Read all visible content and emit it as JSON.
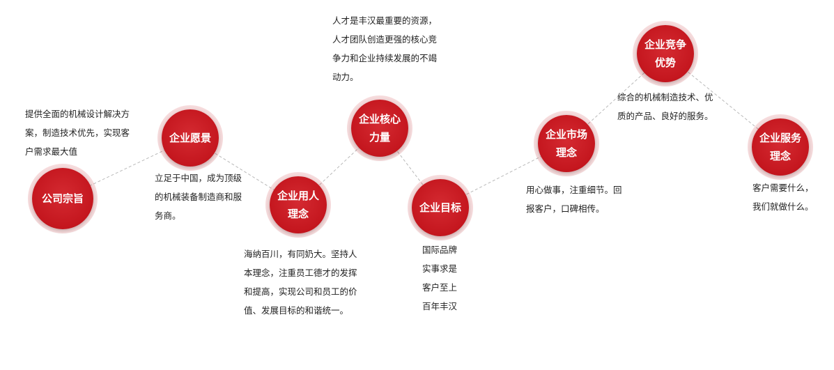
{
  "nodes": [
    {
      "id": "mission",
      "label": "公司宗旨"
    },
    {
      "id": "vision",
      "label": "企业愿景"
    },
    {
      "id": "talent",
      "label": "企业用人理念"
    },
    {
      "id": "core",
      "label": "企业核心力量"
    },
    {
      "id": "goal",
      "label": "企业目标"
    },
    {
      "id": "market",
      "label": "企业市场理念"
    },
    {
      "id": "advantage",
      "label": "企业竞争优势"
    },
    {
      "id": "service",
      "label": "企业服务理念"
    }
  ],
  "descriptions": {
    "mission": "提供全面的机械设计解决方案，制造技术优先，实现客户需求最大值",
    "vision": "立足于中国，成为顶级的机械装备制造商和服务商。",
    "talent": "海纳百川，有同奶大。坚持人本理念，注重员工德才的发挥和提高，实现公司和员工的价值、发展目标的和谐统一。",
    "core": "人才是丰汉最重要的资源，人才团队创造更强的核心竞争力和企业持续发展的不竭动力。",
    "goal": "国际品牌实事求是客户至上百年丰汉",
    "market": "用心做事，注重细节。回报客户，口碑相传。",
    "advantage": "综合的机械制造技术、优质的产品、良好的服务。",
    "service": "客户需要什么，我们就做什么。"
  },
  "colors": {
    "node_fill": "#c4161e",
    "node_text": "#ffffff",
    "connector": "#b9b9b9",
    "text": "#222222"
  },
  "connector_style": "dashed"
}
